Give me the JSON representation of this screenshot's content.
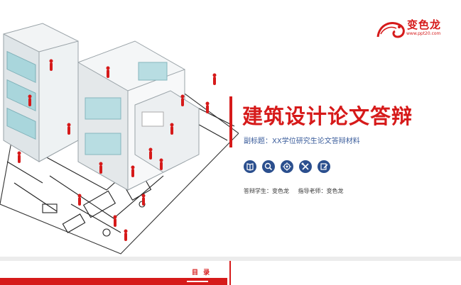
{
  "brand": {
    "name": "变色龙",
    "url": "www.ppt20.com",
    "color": "#d61a1a"
  },
  "title": "建筑设计论文答辩",
  "subtitle": "副标题：XX学位研究生论文答辩材料",
  "icons": [
    "book-icon",
    "search-icon",
    "target-icon",
    "tools-icon",
    "edit-icon"
  ],
  "credits": {
    "student": "答辩学生：变色龙",
    "advisor": "指导老师：变色龙"
  },
  "next_slide": {
    "heading": "目 录"
  },
  "colors": {
    "accent": "#d61a1a",
    "icon_bg": "#2b4f8e",
    "subtitle": "#3a5c9b"
  }
}
